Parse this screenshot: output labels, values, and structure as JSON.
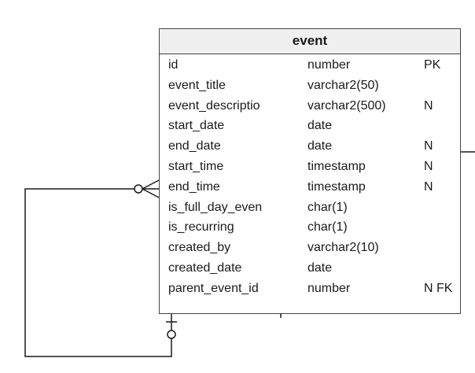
{
  "entity": {
    "name": "event",
    "attributes": [
      {
        "name": "id",
        "type": "number",
        "key": "PK"
      },
      {
        "name": "event_title",
        "type": "varchar2(50)",
        "key": ""
      },
      {
        "name": "event_descriptio",
        "type": "varchar2(500)",
        "key": "N"
      },
      {
        "name": "start_date",
        "type": "date",
        "key": ""
      },
      {
        "name": "end_date",
        "type": "date",
        "key": "N"
      },
      {
        "name": "start_time",
        "type": "timestamp",
        "key": "N"
      },
      {
        "name": "end_time",
        "type": "timestamp",
        "key": "N"
      },
      {
        "name": "is_full_day_even",
        "type": "char(1)",
        "key": ""
      },
      {
        "name": "is_recurring",
        "type": "char(1)",
        "key": ""
      },
      {
        "name": "created_by",
        "type": "varchar2(10)",
        "key": ""
      },
      {
        "name": "created_date",
        "type": "date",
        "key": ""
      },
      {
        "name": "parent_event_id",
        "type": "number",
        "key": "N FK"
      }
    ]
  },
  "relationship": {
    "type": "self-referencing",
    "from_end": "zero-or-one",
    "to_end": "zero-or-many"
  },
  "colors": {
    "line": "#1a1a1a",
    "border": "#444444",
    "header_bg": "#f0f0f0",
    "background": "#ffffff"
  }
}
